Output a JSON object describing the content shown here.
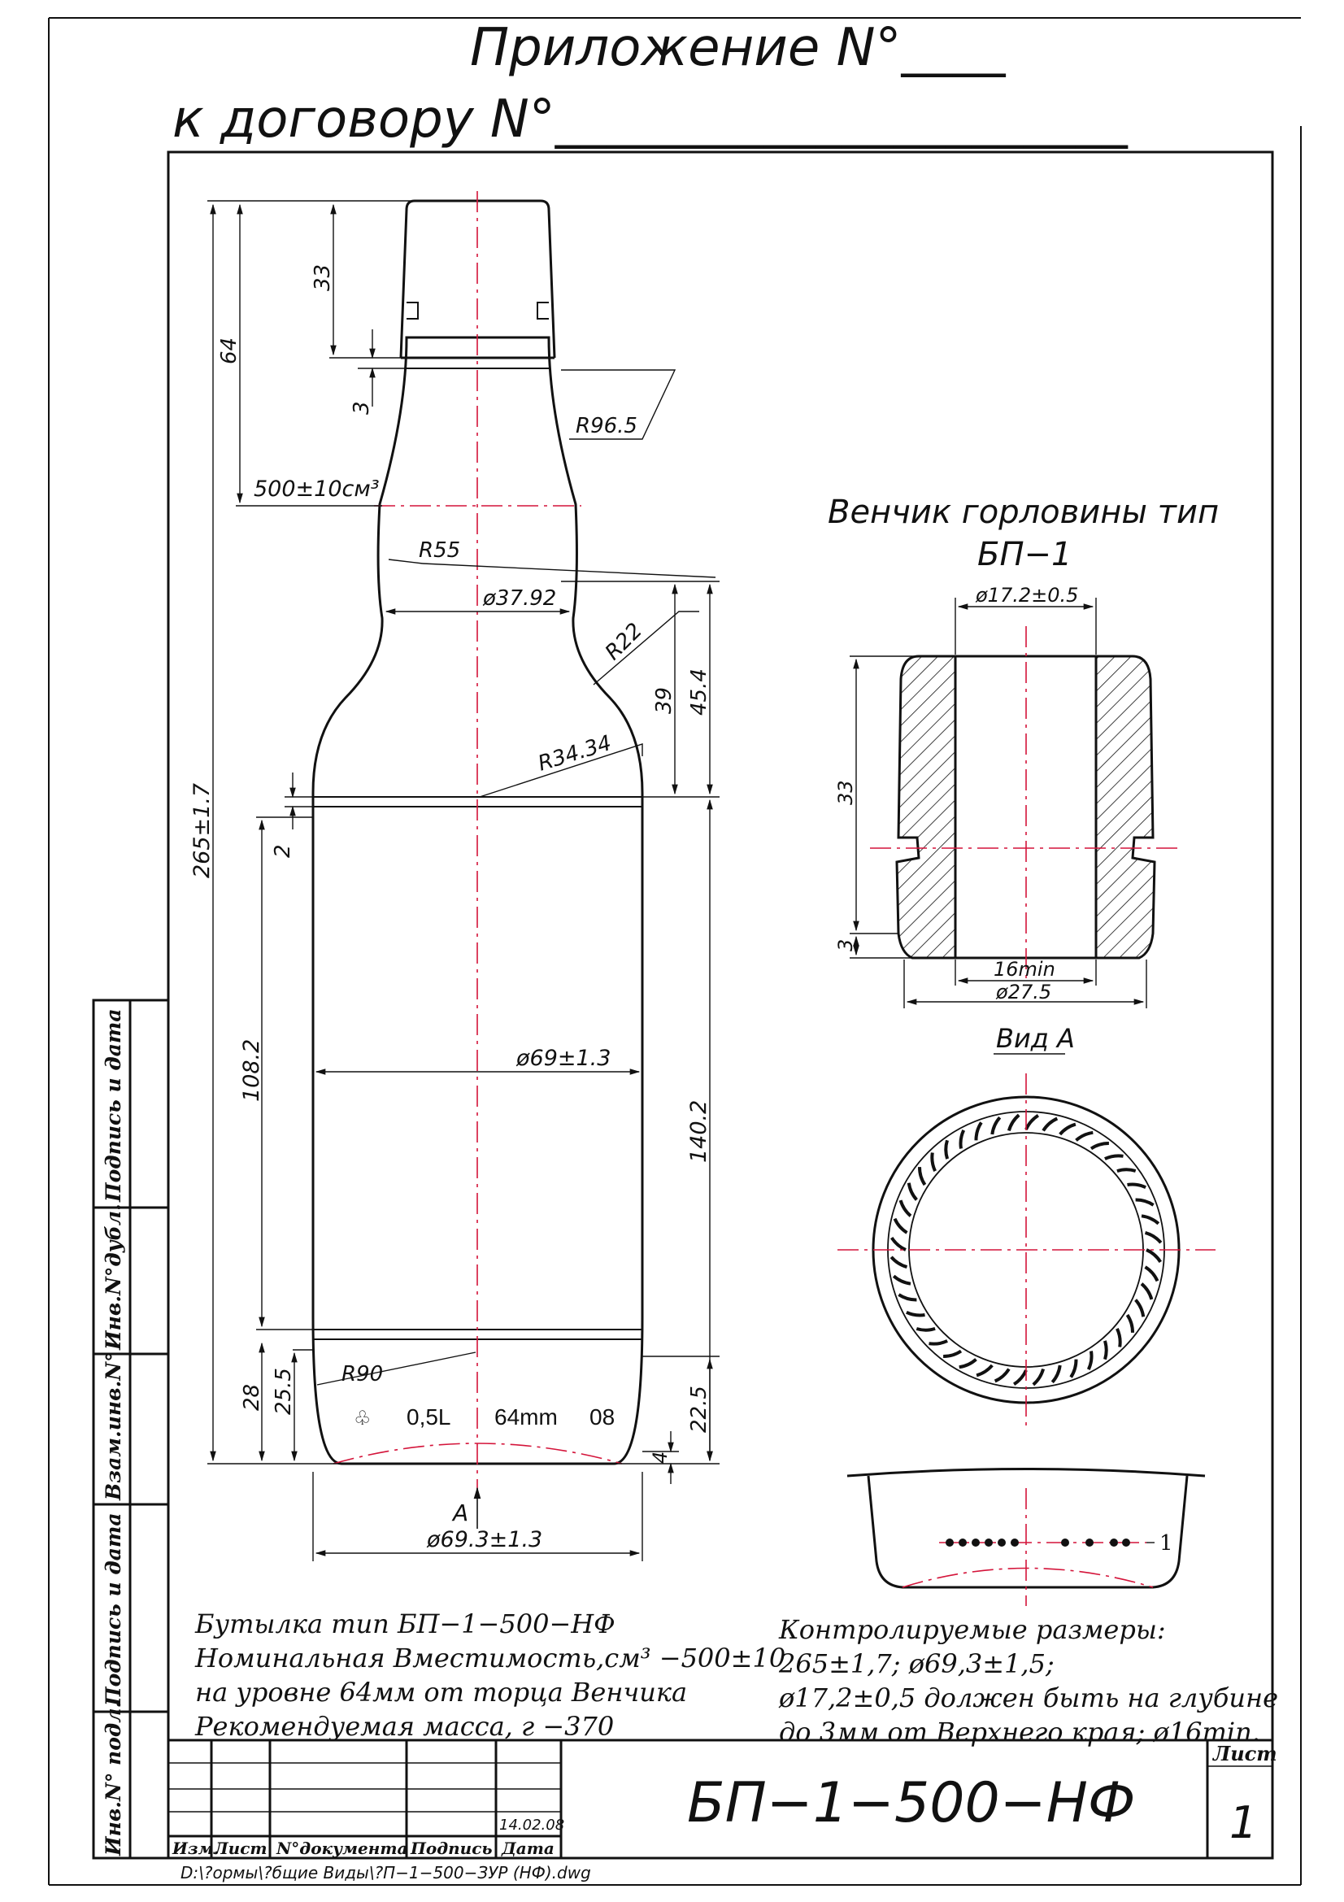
{
  "header": {
    "line1": "Приложение N°____",
    "line2": "к договору N°______________________"
  },
  "dims": {
    "d33": "33",
    "d64": "64",
    "d3": "3",
    "r96": "R96.5",
    "vol": "500±10см³",
    "r55": "R55",
    "d3792": "ø37.92",
    "r22": "R22",
    "d39": "39",
    "d454": "45.4",
    "r3434": "R34.34",
    "d265": "265±1.7",
    "d2": "2",
    "d1082": "108.2",
    "d69": "ø69±1.3",
    "d1402": "140.2",
    "r90": "R90",
    "d28": "28",
    "d255": "25.5",
    "d225": "22.5",
    "d4": "4",
    "a": "A",
    "d693": "ø69.3±1.3"
  },
  "emboss": {
    "size": "0,5L",
    "height": "64mm",
    "year": "08"
  },
  "detail": {
    "title1": "Венчик горловины тип",
    "title2": "БП−1",
    "d172": "ø17.2±0.5",
    "d33": "33",
    "d3": "3",
    "d16": "16min",
    "d275": "ø27.5",
    "viewA": "Вид A",
    "marker": "1"
  },
  "notes_left": [
    "Бутылка тип БП−1−500−НФ",
    "Номинальная Вместимость,см³ −500±10",
    "на уровне 64мм от торца Венчика",
    "Рекомендуемая масса, г   −370"
  ],
  "notes_right": [
    "Контролируемые размеры:",
    "265±1,7;  ø69,3±1,5;",
    "ø17,2±0,5 должен быть на глубине",
    "до 3мм от Верхнего края; ø16min."
  ],
  "side_labels": [
    "Подпись и дата",
    "Инв.N°дубл.",
    "Взам.инв.N°",
    "Подпись и дата",
    "Инв.N° подл."
  ],
  "title_block": {
    "date": "14.02.08",
    "cols": [
      "Изм.",
      "Лист",
      "N°документа",
      "Подпись",
      "Дата"
    ],
    "designation": "БП−1−500−НФ",
    "sheet_label": "Лист",
    "sheet_no": "1",
    "file_path": "D:\\?ормы\\?бщие Виды\\?П−1−500−ЗУР (НФ).dwg"
  }
}
